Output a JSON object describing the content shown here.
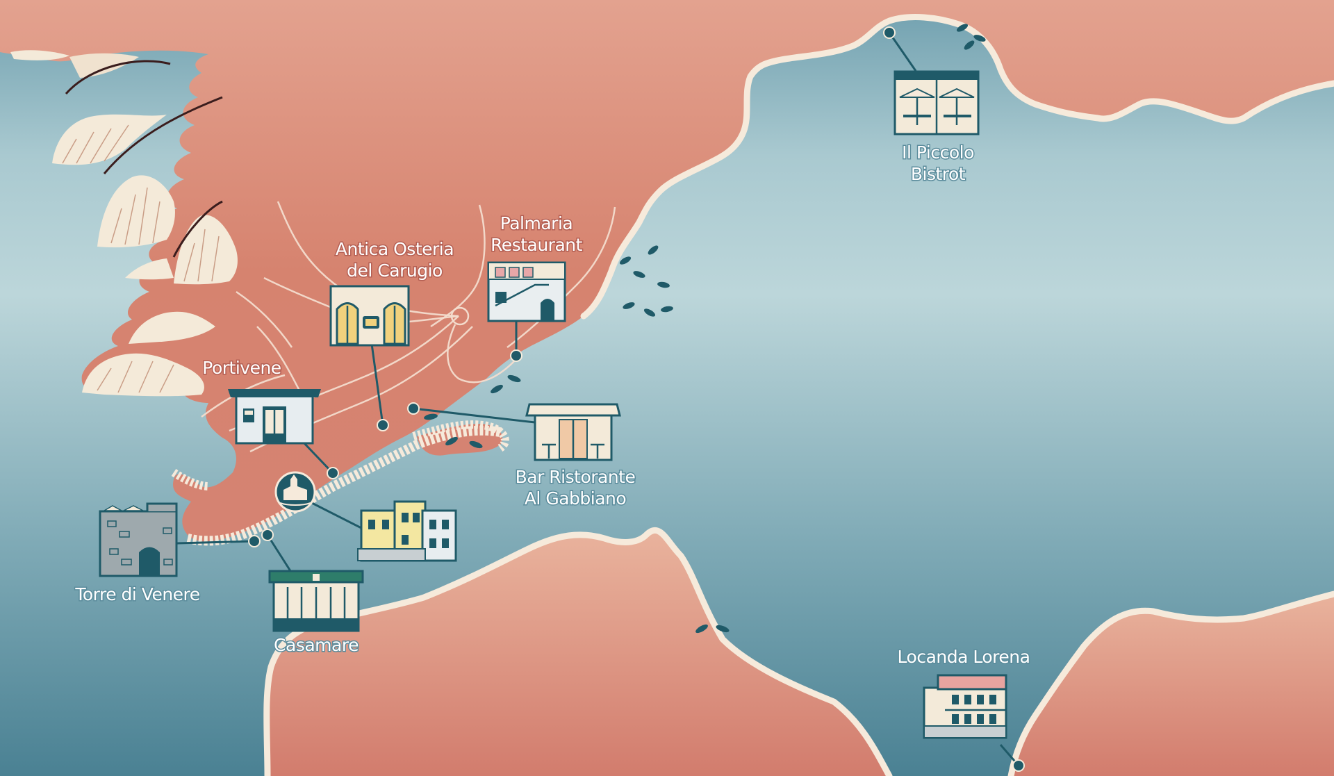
{
  "map": {
    "colors": {
      "sea_light": "#c9dde0",
      "sea_dark": "#4f8799",
      "land": "#d8877a",
      "land_light": "#e6a894",
      "coast": "#f6eadb",
      "ink": "#1f5a68"
    },
    "places": [
      {
        "id": "il-piccolo-bistrot",
        "line1": "Il Piccolo",
        "line2": "Bistrot",
        "icon": "bistro-umbrellas-icon"
      },
      {
        "id": "palmaria-restaurant",
        "line1": "Palmaria",
        "line2": "Restaurant",
        "icon": "white-house-icon"
      },
      {
        "id": "antica-osteria",
        "line1": "Antica Osteria",
        "line2": "del Carugio",
        "icon": "osteria-arches-icon"
      },
      {
        "id": "portivene",
        "line1": "Portivene",
        "line2": "",
        "icon": "kiosk-icon"
      },
      {
        "id": "bar-al-gabbiano",
        "line1": "Bar Ristorante",
        "line2": "Al Gabbiano",
        "icon": "beach-bar-icon"
      },
      {
        "id": "torre-di-venere",
        "line1": "Torre di Venere",
        "line2": "",
        "icon": "stone-tower-icon"
      },
      {
        "id": "casamare",
        "line1": "Casamare",
        "line2": "",
        "icon": "glass-pavilion-icon"
      },
      {
        "id": "locanda-lorena",
        "line1": "Locanda Lorena",
        "line2": "",
        "icon": "hotel-building-icon"
      },
      {
        "id": "harbour-houses",
        "line1": "",
        "line2": "",
        "icon": "yellow-houses-icon"
      }
    ],
    "landmark": {
      "icon": "church-medallion-icon"
    }
  }
}
